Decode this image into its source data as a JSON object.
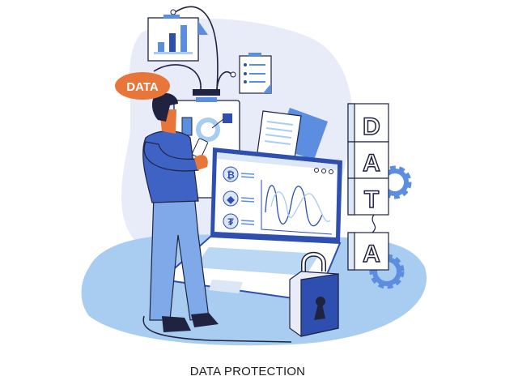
{
  "illustration": {
    "bubble_label": "DATA",
    "blocks": [
      "D",
      "A",
      "T",
      "A"
    ],
    "caption": "DATA PROTECTION"
  },
  "colors": {
    "primary_blue": "#2f4fb0",
    "mid_blue": "#5b8de0",
    "light_blue": "#a9cdf0",
    "lavender": "#e8ebf8",
    "orange": "#e8763a",
    "dark": "#1f2340"
  }
}
